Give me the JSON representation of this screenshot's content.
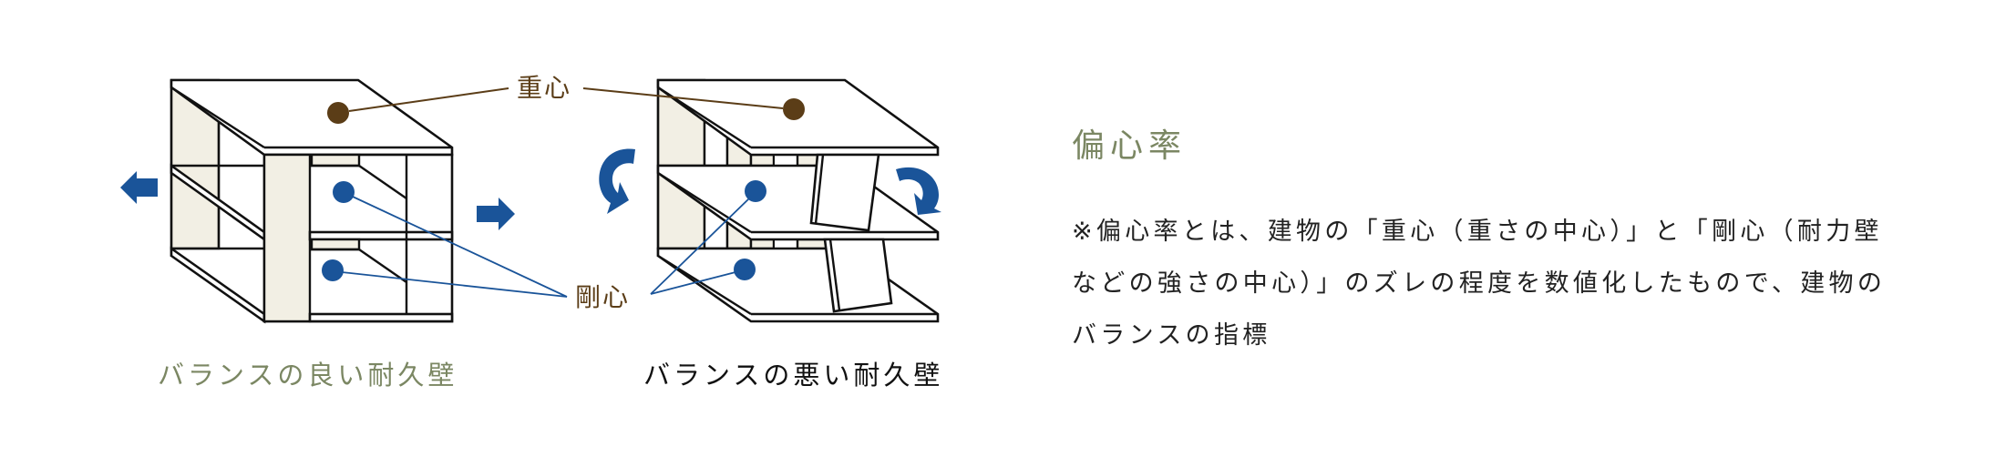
{
  "diagram": {
    "labels": {
      "center_of_gravity": "重心",
      "center_of_rigidity": "剛心"
    },
    "captions": {
      "good": "バランスの良い耐久壁",
      "bad": "バランスの悪い耐久壁"
    },
    "colors": {
      "gravity_dot": "#5b3d17",
      "rigidity_dot": "#1a5499",
      "arrow": "#1a5499",
      "wall_fill": "#f2efe4",
      "caption_good": "#7b8763",
      "caption_bad": "#111111",
      "outline": "#111111"
    },
    "icons": {
      "left_building": [
        "arrow-left-icon",
        "arrow-right-icon"
      ],
      "right_building": [
        "rotate-counterclockwise-icon",
        "rotate-clockwise-icon"
      ]
    }
  },
  "explanation": {
    "title": "偏心率",
    "lines": [
      "※偏心率とは、建物の「重心（重さの中心）」と「剛心（耐力壁",
      "などの強さの中心）」のズレの程度を数値化したもので、建物の",
      "バランスの指標"
    ],
    "colors": {
      "title": "#7b8763",
      "body": "#222222"
    }
  }
}
